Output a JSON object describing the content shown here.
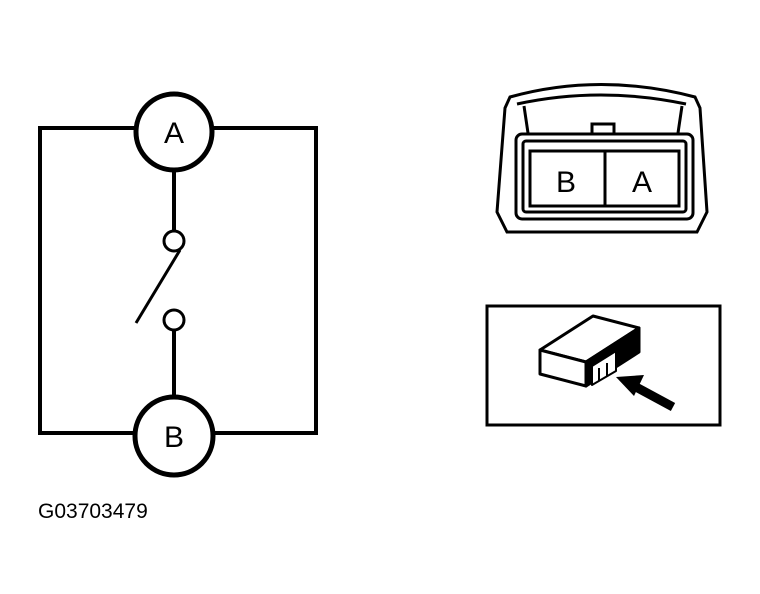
{
  "schematic": {
    "terminal_a": "A",
    "terminal_b": "B"
  },
  "connector_face": {
    "left_pin": "B",
    "right_pin": "A"
  },
  "figure_code": "G03703479",
  "colors": {
    "line": "#000000",
    "background": "#ffffff"
  }
}
